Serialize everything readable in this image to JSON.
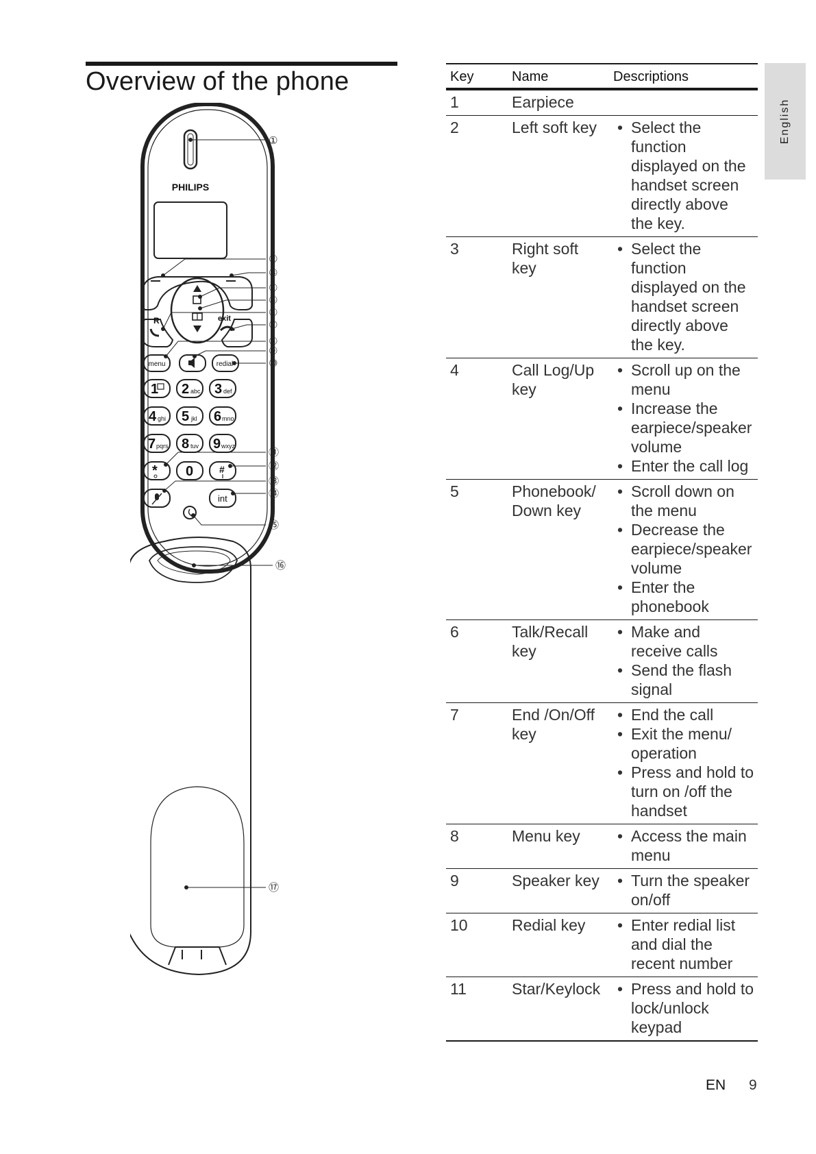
{
  "page": {
    "title": "Overview of the phone",
    "language_tab": "English",
    "footer_lang": "EN",
    "page_number": "9"
  },
  "figure": {
    "brand": "PHILIPS",
    "callouts": [
      "①",
      "②",
      "③",
      "④",
      "⑤",
      "⑥",
      "⑦",
      "⑧",
      "⑨",
      "⑩",
      "⑪",
      "⑫",
      "⑬",
      "⑭",
      "⑮",
      "⑯",
      "⑰"
    ],
    "keys": {
      "menu": "menu",
      "redial": "redial",
      "exit": "exit",
      "r": "R",
      "int": "int",
      "k1": "1",
      "k2": "2",
      "k2s": "abc",
      "k3": "3",
      "k3s": "def",
      "k4": "4",
      "k4s": "ghi",
      "k5": "5",
      "k5s": "jkl",
      "k6": "6",
      "k6s": "mno",
      "k7": "7",
      "k7s": "pqrs",
      "k8": "8",
      "k8s": "tuv",
      "k9": "9",
      "k9s": "wxyz",
      "star": "*",
      "k0": "0",
      "hash": "#"
    },
    "icons": [
      "earpiece-icon",
      "call-log-icon",
      "phonebook-icon",
      "talk-icon",
      "end-call-icon",
      "speaker-icon",
      "voicemail-icon",
      "keylock-icon",
      "silent-icon",
      "mute-icon",
      "power-icon",
      "charger-cradle"
    ]
  },
  "table": {
    "headers": {
      "key": "Key",
      "name": "Name",
      "desc": "Descriptions"
    },
    "rows": [
      {
        "key": "1",
        "name": "Earpiece",
        "desc": []
      },
      {
        "key": "2",
        "name": "Left soft key",
        "desc": [
          "Select the function displayed on the handset screen directly above the key."
        ]
      },
      {
        "key": "3",
        "name": "Right soft key",
        "desc": [
          "Select the function displayed on the handset screen directly above the key."
        ]
      },
      {
        "key": "4",
        "name": "Call Log/Up key",
        "desc": [
          "Scroll up on the menu",
          "Increase the earpiece/speaker volume",
          "Enter the call log"
        ]
      },
      {
        "key": "5",
        "name": "Phonebook/ Down key",
        "desc": [
          "Scroll down on the menu",
          "Decrease the earpiece/speaker volume",
          "Enter the phonebook"
        ]
      },
      {
        "key": "6",
        "name": "Talk/Recall key",
        "desc": [
          "Make and receive calls",
          "Send the flash signal"
        ]
      },
      {
        "key": "7",
        "name": "End /On/Off key",
        "desc": [
          "End the call",
          "Exit the menu/ operation",
          "Press and hold to turn on /off the handset"
        ]
      },
      {
        "key": "8",
        "name": "Menu key",
        "desc": [
          "Access the main menu"
        ]
      },
      {
        "key": "9",
        "name": "Speaker key",
        "desc": [
          "Turn the speaker on/off"
        ]
      },
      {
        "key": "10",
        "name": "Redial key",
        "desc": [
          "Enter redial list and dial the recent number"
        ]
      },
      {
        "key": "11",
        "name": "Star/Keylock",
        "desc": [
          "Press and hold to lock/unlock keypad"
        ]
      }
    ]
  }
}
